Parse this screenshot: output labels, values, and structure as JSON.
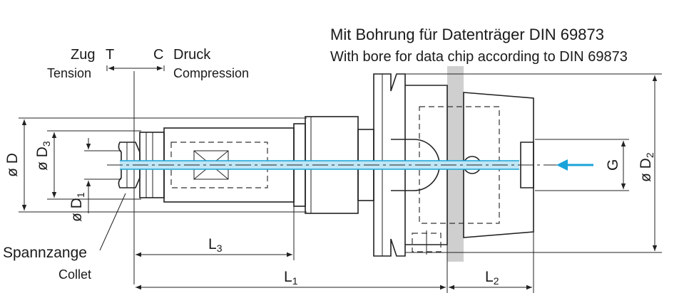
{
  "header": {
    "title_de": "Mit Bohrung für Datenträger DIN 69873",
    "title_en": "With bore for data chip according to DIN 69873"
  },
  "labels": {
    "zug": "Zug",
    "t": "T",
    "c": "C",
    "druck": "Druck",
    "tension": "Tension",
    "compression": "Compression",
    "spannzange": "Spannzange",
    "collet": "Collet",
    "dia_d": "ø D",
    "dia_d3_main": "ø D",
    "dia_d3_sub": "3",
    "dia_d1_main": "ø D",
    "dia_d1_sub": "1",
    "dia_d2_main": "ø D",
    "dia_d2_sub": "2",
    "g": "G",
    "l1_main": "L",
    "l1_sub": "1",
    "l2_main": "L",
    "l2_sub": "2",
    "l3_main": "L",
    "l3_sub": "3"
  },
  "colors": {
    "coolant": "#1aa3d9",
    "coolant_light": "#bfe6f5",
    "flange_gray": "#cfcfcf"
  }
}
